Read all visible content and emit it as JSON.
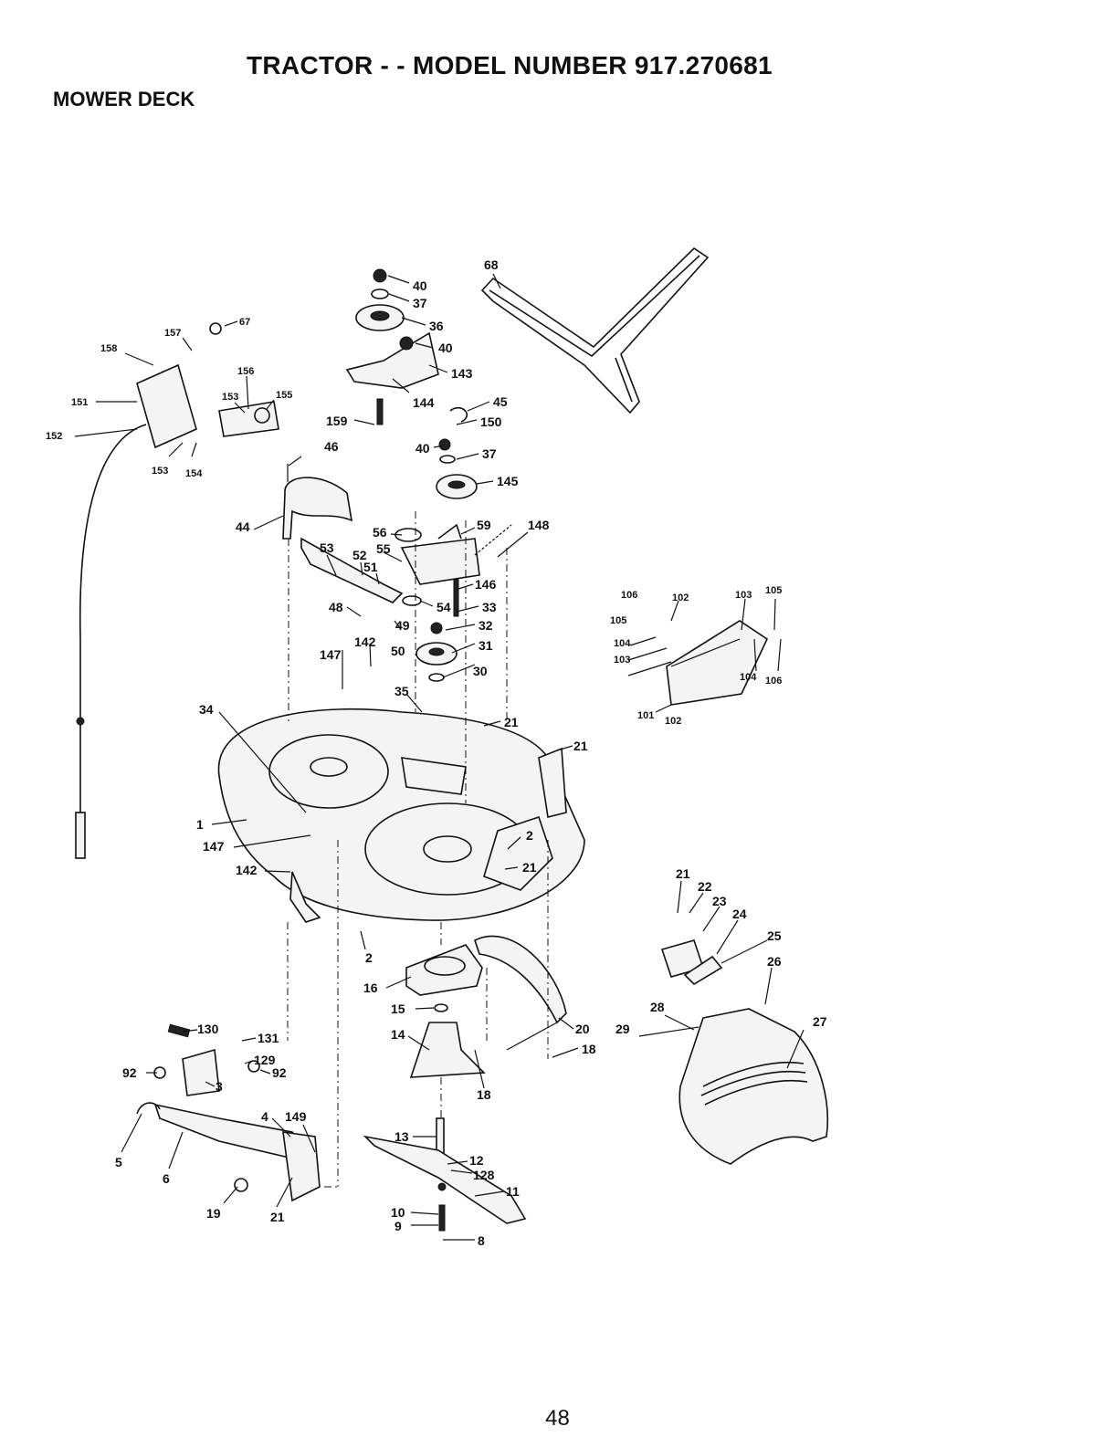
{
  "header": {
    "title": "TRACTOR - - MODEL NUMBER 917.270681",
    "section": "MOWER DECK"
  },
  "footer": {
    "page_number": "48"
  },
  "callouts": [
    {
      "id": "c40a",
      "label": "40"
    },
    {
      "id": "c37a",
      "label": "37"
    },
    {
      "id": "c36",
      "label": "36"
    },
    {
      "id": "c40b",
      "label": "40"
    },
    {
      "id": "c143",
      "label": "143"
    },
    {
      "id": "c144",
      "label": "144"
    },
    {
      "id": "c159",
      "label": "159"
    },
    {
      "id": "c45",
      "label": "45"
    },
    {
      "id": "c150",
      "label": "150"
    },
    {
      "id": "c40c",
      "label": "40"
    },
    {
      "id": "c37b",
      "label": "37"
    },
    {
      "id": "c145",
      "label": "145"
    },
    {
      "id": "c68",
      "label": "68"
    },
    {
      "id": "c67",
      "label": "67"
    },
    {
      "id": "c157",
      "label": "157"
    },
    {
      "id": "c158",
      "label": "158"
    },
    {
      "id": "c156",
      "label": "156"
    },
    {
      "id": "c153a",
      "label": "153"
    },
    {
      "id": "c155",
      "label": "155"
    },
    {
      "id": "c151",
      "label": "151"
    },
    {
      "id": "c152",
      "label": "152"
    },
    {
      "id": "c153b",
      "label": "153"
    },
    {
      "id": "c154",
      "label": "154"
    },
    {
      "id": "c46",
      "label": "46"
    },
    {
      "id": "c44",
      "label": "44"
    },
    {
      "id": "c56",
      "label": "56"
    },
    {
      "id": "c59",
      "label": "59"
    },
    {
      "id": "c148",
      "label": "148"
    },
    {
      "id": "c53",
      "label": "53"
    },
    {
      "id": "c52",
      "label": "52"
    },
    {
      "id": "c55",
      "label": "55"
    },
    {
      "id": "c51",
      "label": "51"
    },
    {
      "id": "c146",
      "label": "146"
    },
    {
      "id": "c48",
      "label": "48"
    },
    {
      "id": "c54",
      "label": "54"
    },
    {
      "id": "c33",
      "label": "33"
    },
    {
      "id": "c49",
      "label": "49"
    },
    {
      "id": "c32",
      "label": "32"
    },
    {
      "id": "c147a",
      "label": "147"
    },
    {
      "id": "c142a",
      "label": "142"
    },
    {
      "id": "c50",
      "label": "50"
    },
    {
      "id": "c31",
      "label": "31"
    },
    {
      "id": "c30",
      "label": "30"
    },
    {
      "id": "c35",
      "label": "35"
    },
    {
      "id": "c34",
      "label": "34"
    },
    {
      "id": "c21a",
      "label": "21"
    },
    {
      "id": "c21b",
      "label": "21"
    },
    {
      "id": "c1",
      "label": "1"
    },
    {
      "id": "c147b",
      "label": "147"
    },
    {
      "id": "c142b",
      "label": "142"
    },
    {
      "id": "c2a",
      "label": "2"
    },
    {
      "id": "c21c",
      "label": "21"
    },
    {
      "id": "c2b",
      "label": "2"
    },
    {
      "id": "c16",
      "label": "16"
    },
    {
      "id": "c15",
      "label": "15"
    },
    {
      "id": "c14",
      "label": "14"
    },
    {
      "id": "c20",
      "label": "20"
    },
    {
      "id": "c18a",
      "label": "18"
    },
    {
      "id": "c18b",
      "label": "18"
    },
    {
      "id": "c130",
      "label": "130"
    },
    {
      "id": "c131",
      "label": "131"
    },
    {
      "id": "c129",
      "label": "129"
    },
    {
      "id": "c92a",
      "label": "92"
    },
    {
      "id": "c92b",
      "label": "92"
    },
    {
      "id": "c3",
      "label": "3"
    },
    {
      "id": "c4",
      "label": "4"
    },
    {
      "id": "c149",
      "label": "149"
    },
    {
      "id": "c5",
      "label": "5"
    },
    {
      "id": "c6",
      "label": "6"
    },
    {
      "id": "c19",
      "label": "19"
    },
    {
      "id": "c21d",
      "label": "21"
    },
    {
      "id": "c13",
      "label": "13"
    },
    {
      "id": "c12",
      "label": "12"
    },
    {
      "id": "c128",
      "label": "128"
    },
    {
      "id": "c11",
      "label": "11"
    },
    {
      "id": "c10",
      "label": "10"
    },
    {
      "id": "c9",
      "label": "9"
    },
    {
      "id": "c8",
      "label": "8"
    },
    {
      "id": "c106a",
      "label": "106"
    },
    {
      "id": "c102a",
      "label": "102"
    },
    {
      "id": "c103a",
      "label": "103"
    },
    {
      "id": "c105a",
      "label": "105"
    },
    {
      "id": "c105b",
      "label": "105"
    },
    {
      "id": "c104a",
      "label": "104"
    },
    {
      "id": "c103b",
      "label": "103"
    },
    {
      "id": "c104b",
      "label": "104"
    },
    {
      "id": "c106b",
      "label": "106"
    },
    {
      "id": "c101",
      "label": "101"
    },
    {
      "id": "c102b",
      "label": "102"
    },
    {
      "id": "c21e",
      "label": "21"
    },
    {
      "id": "c22",
      "label": "22"
    },
    {
      "id": "c23",
      "label": "23"
    },
    {
      "id": "c24",
      "label": "24"
    },
    {
      "id": "c25",
      "label": "25"
    },
    {
      "id": "c26",
      "label": "26"
    },
    {
      "id": "c28",
      "label": "28"
    },
    {
      "id": "c27",
      "label": "27"
    },
    {
      "id": "c29",
      "label": "29"
    }
  ]
}
